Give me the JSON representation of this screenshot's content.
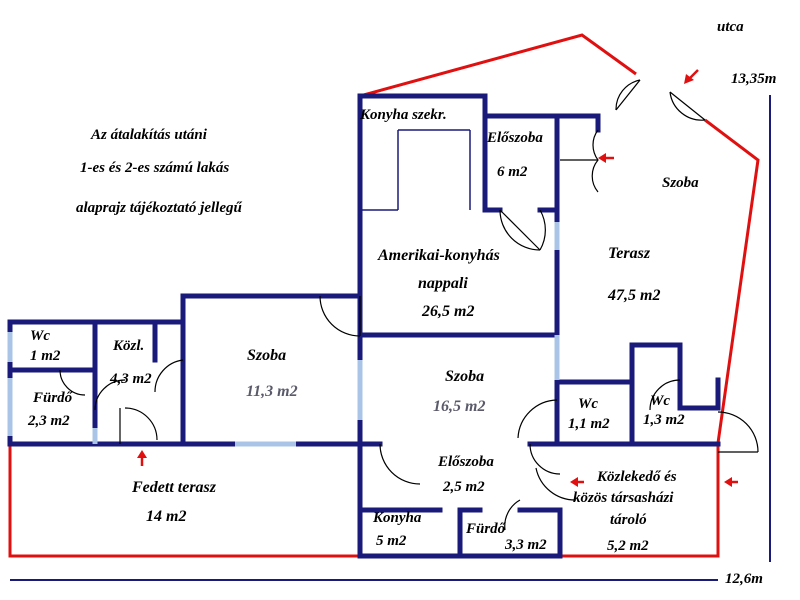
{
  "notes": {
    "line1": "Az átalakítás utáni",
    "line2": "1-es és 2-es számú lakás",
    "line3": "alaprajz tájékoztató jellegű"
  },
  "street": "utca",
  "dimensions": {
    "right": "13,35m",
    "bottom": "12,6m"
  },
  "rooms": {
    "konyha_szekr": "Konyha szekr.",
    "eloszoba_top": {
      "name": "Előszoba",
      "area": "6 m2"
    },
    "szoba_ne": "Szoba",
    "terasz": {
      "name": "Terasz",
      "area": "47,5 m2"
    },
    "nappali": {
      "name1": "Amerikai-konyhás",
      "name2": "nappali",
      "area": "26,5 m2"
    },
    "wc_left": {
      "name": "Wc",
      "area": "1 m2"
    },
    "kozl": {
      "name": "Közl.",
      "area": "4,3 m2"
    },
    "furdo_left": {
      "name": "Fürdő",
      "area": "2,3 m2"
    },
    "szoba_left": {
      "name": "Szoba",
      "area": "11,3 m2"
    },
    "szoba_mid": {
      "name": "Szoba",
      "area": "16,5 m2"
    },
    "wc_mid": {
      "name": "Wc",
      "area": "1,1 m2"
    },
    "wc_right": {
      "name": "Wc",
      "area": "1,3 m2"
    },
    "fedett": {
      "name": "Fedett terasz",
      "area": "14 m2"
    },
    "eloszoba_bottom": {
      "name": "Előszoba",
      "area": "2,5 m2"
    },
    "kozlekedo": {
      "name1": "Közlekedő és",
      "name2": "közös társasházi",
      "name3": "tároló",
      "area": "5,2 m2"
    },
    "konyha": {
      "name": "Konyha",
      "area": "5 m2"
    },
    "furdo_bottom": {
      "name": "Fürdő",
      "area": "3,3 m2"
    }
  },
  "colors": {
    "wall": "#1a1a7a",
    "boundary": "#e01010",
    "window": "#a9c4e6"
  }
}
